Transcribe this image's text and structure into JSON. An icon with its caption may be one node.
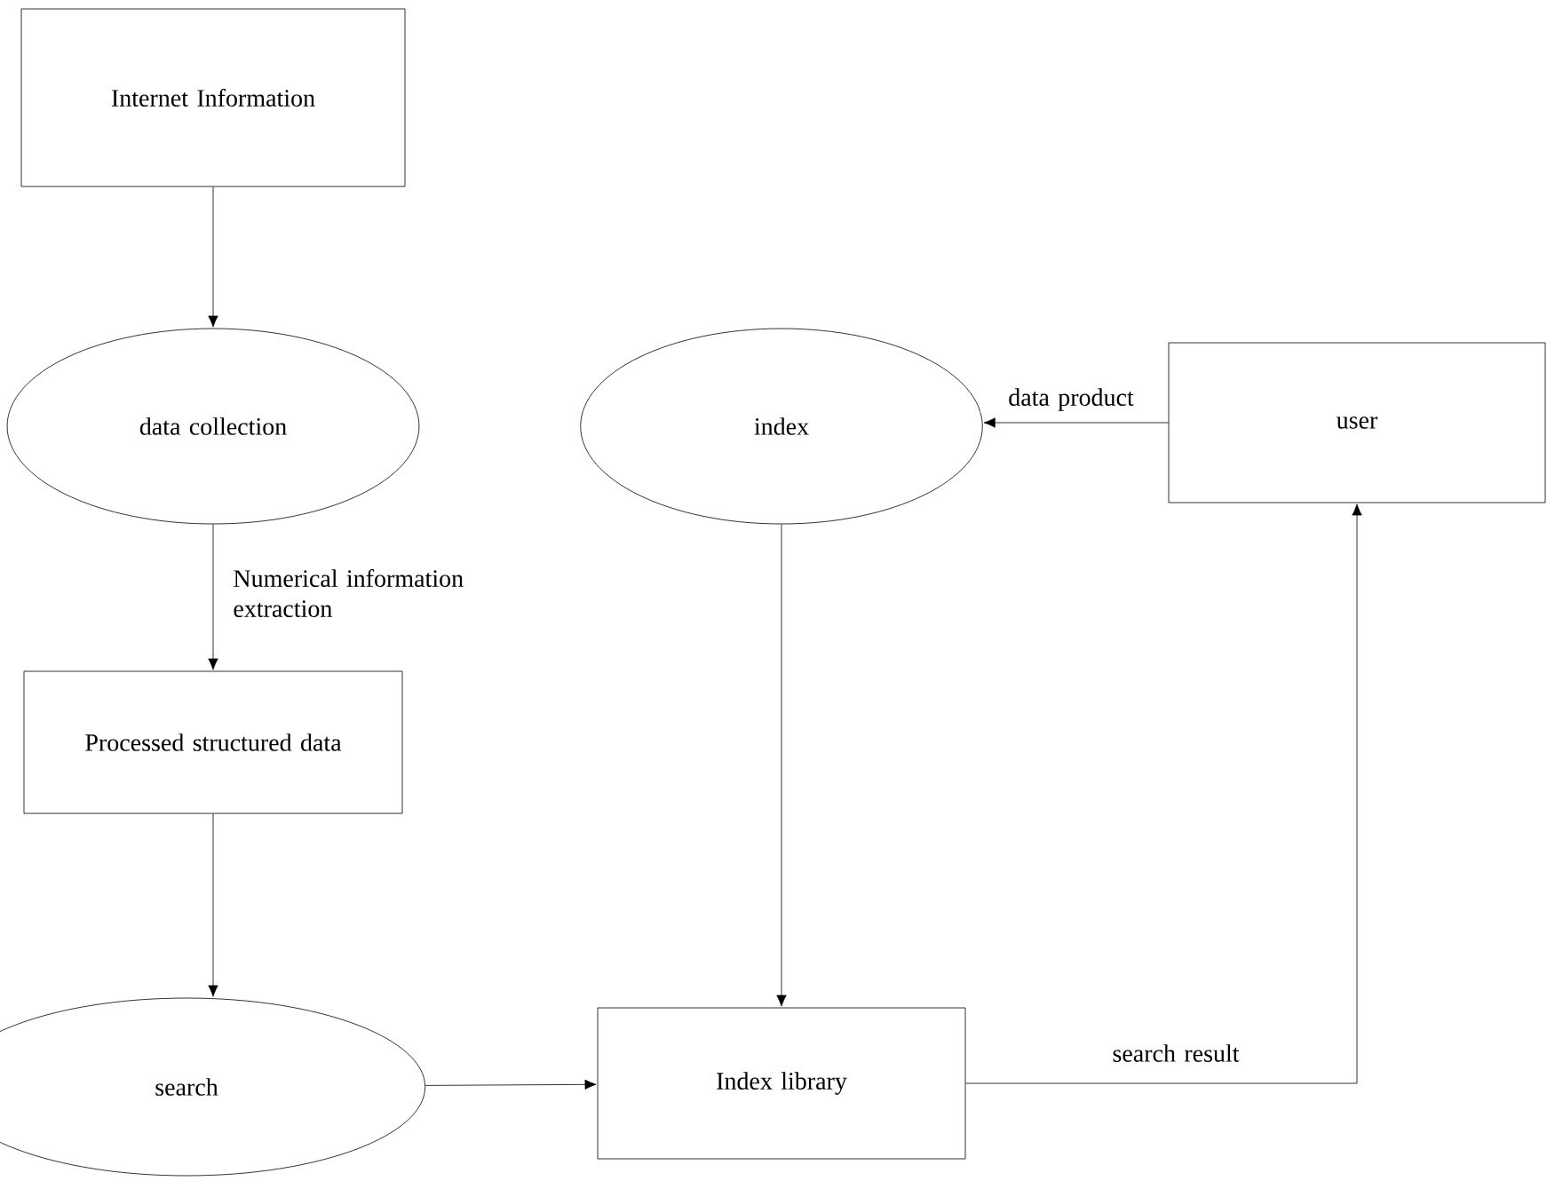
{
  "diagram": {
    "nodes": [
      {
        "text": [
          "Internet Information"
        ]
      },
      {
        "text": [
          "data collection"
        ]
      },
      {
        "text": [
          "Processed structured data"
        ]
      },
      {
        "text": [
          "search"
        ]
      },
      {
        "text": [
          "Index library"
        ]
      },
      {
        "text": [
          "index"
        ]
      },
      {
        "text": [
          "user"
        ]
      }
    ],
    "edges": [
      {
        "from": 0,
        "to": 1,
        "arrow": "to"
      },
      {
        "from": 1,
        "to": 2,
        "arrow": "to",
        "label": "Numerical information extraction"
      },
      {
        "from": 2,
        "to": 3,
        "arrow": "to"
      },
      {
        "from": 3,
        "to": 4,
        "arrow": "to"
      },
      {
        "from": 5,
        "to": 4,
        "arrow": "to"
      },
      {
        "from": 6,
        "to": 5,
        "arrow": "to",
        "label": "data product"
      },
      {
        "from": 4,
        "to": 6,
        "arrow": "to",
        "label": "search result"
      }
    ]
  }
}
